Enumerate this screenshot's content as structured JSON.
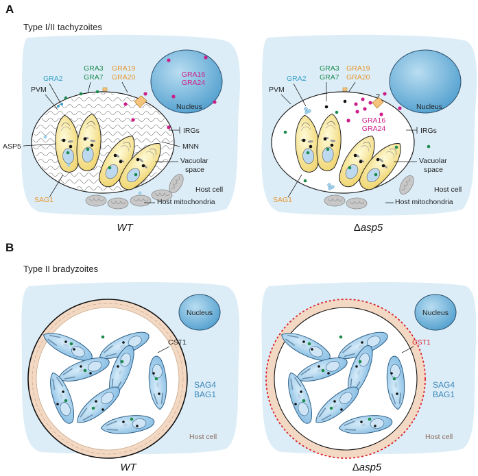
{
  "panels": {
    "A": {
      "letter": "A",
      "title": "Type I/II tachyzoites",
      "wt": {
        "genotype": "WT",
        "labels": {
          "gra2": "GRA2",
          "gra3": "GRA3",
          "gra7": "GRA7",
          "gra19": "GRA19",
          "gra20": "GRA20",
          "gra16": "GRA16",
          "gra24": "GRA24",
          "nucleus": "Nucleus",
          "pvm": "PVM",
          "asp5": "ASP5",
          "irgs": "IRGs",
          "mnn": "MNN",
          "vac1": "Vacuolar",
          "vac2": "space",
          "hostcell": "Host cell",
          "hostmito": "Host mitochondria",
          "sag1": "SAG1"
        }
      },
      "mut": {
        "genotype_delta": "Δ",
        "genotype_name": "asp5",
        "labels": {
          "gra2": "GRA2",
          "gra3": "GRA3",
          "gra7": "GRA7",
          "gra19": "GRA19",
          "gra20": "GRA20",
          "question": "?",
          "gra16": "GRA16",
          "gra24": "GRA24",
          "nucleus": "Nucleus",
          "pvm": "PVM",
          "irgs": "IRGs",
          "vac1": "Vacuolar",
          "vac2": "space",
          "hostcell": "Host cell",
          "hostmito": "Host mitochondria",
          "sag1": "SAG1"
        }
      }
    },
    "B": {
      "letter": "B",
      "title": "Type II bradyzoites",
      "wt": {
        "genotype": "WT",
        "labels": {
          "nucleus": "Nucleus",
          "cst1": "CST1",
          "sag4": "SAG4",
          "bag1": "BAG1",
          "hostcell": "Host cell"
        }
      },
      "mut": {
        "genotype_delta": "Δ",
        "genotype_name": "asp5",
        "labels": {
          "nucleus": "Nucleus",
          "cst1": "CST1",
          "sag4": "SAG4",
          "bag1": "BAG1",
          "hostcell": "Host cell"
        }
      }
    }
  },
  "colors": {
    "host_cell": "#dcedf7",
    "nucleus": "#6fb3d9",
    "gra2": "#3aa0c8",
    "gra3_7": "#1a8a4a",
    "gra19_20": "#e8962e",
    "gra16_24": "#cc1f8a",
    "sag1": "#e8962e",
    "cst1_mut": "#d9232e",
    "sag4_bag1": "#3a86b8",
    "tachyzoite": "#f6e79a",
    "bradyzoite": "#a8d2ee",
    "cyst_wall": "#f3d9c4"
  }
}
